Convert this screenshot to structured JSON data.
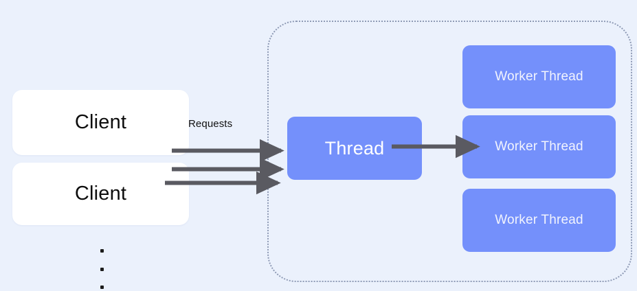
{
  "diagram": {
    "title": "Thread pool request handling diagram",
    "background_color": "#ebf1fc",
    "accent_color": "#7490fb",
    "arrow_color": "#5a5a61",
    "boundary_color": "#8e9ab5",
    "clients": [
      {
        "label": "Client"
      },
      {
        "label": "Client"
      }
    ],
    "ellipsis": {
      "label": "more clients",
      "dots": [
        "•",
        "•",
        "•"
      ]
    },
    "edge_labels": {
      "requests": "Requests"
    },
    "dispatcher": {
      "label": "Thread"
    },
    "workers": [
      {
        "label": "Worker Thread"
      },
      {
        "label": "Worker Thread"
      },
      {
        "label": "Worker Thread"
      }
    ],
    "arrows": {
      "request_arrows_count": 3,
      "dispatch_arrows_count": 1
    }
  }
}
